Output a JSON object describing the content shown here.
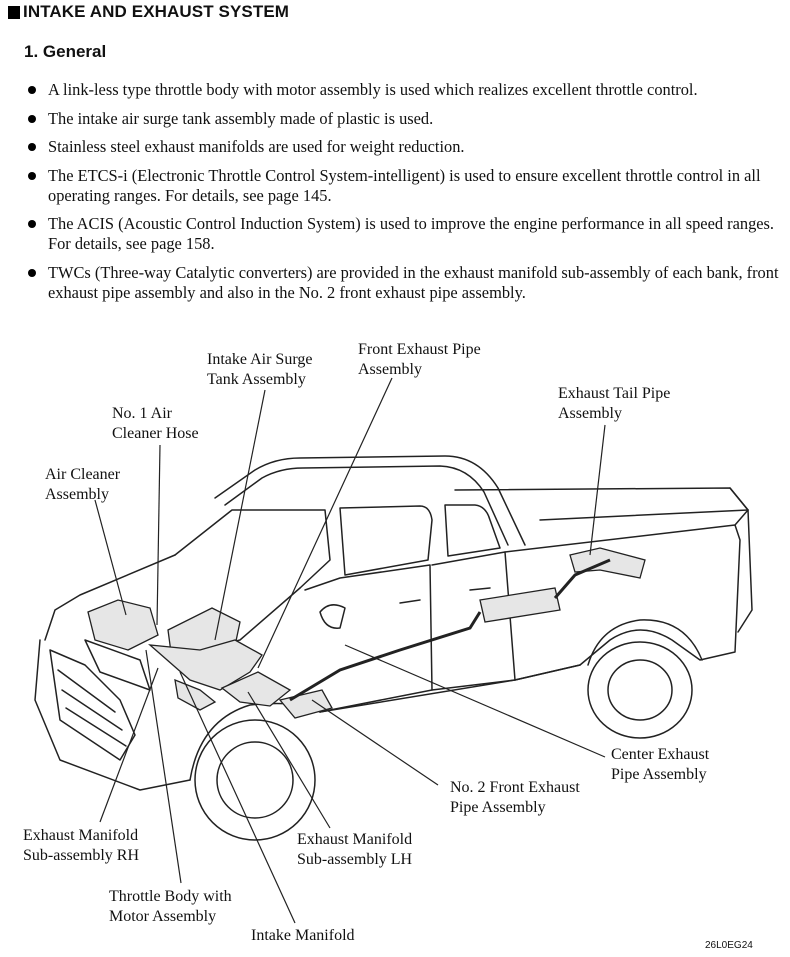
{
  "section": {
    "title": "INTAKE AND EXHAUST SYSTEM"
  },
  "subsection": {
    "title": "1.  General"
  },
  "bullets": [
    "A link-less type throttle body with motor assembly is used which realizes excellent throttle control.",
    "The intake air surge tank assembly made of plastic is used.",
    "Stainless steel exhaust manifolds are used for weight reduction.",
    "The ETCS-i (Electronic Throttle Control System-intelligent) is used to ensure excellent throttle control in all operating ranges. For details, see page 145.",
    "The ACIS (Acoustic Control Induction System) is used to improve the engine performance in all speed ranges. For details, see page 158.",
    "TWCs (Three-way Catalytic converters) are provided in the exhaust manifold sub-assembly of each bank, front exhaust pipe assembly and also in the No. 2 front exhaust pipe assembly."
  ],
  "labels": {
    "intake_surge_tank": [
      "Intake Air Surge",
      "Tank Assembly"
    ],
    "front_exhaust_pipe": [
      "Front Exhaust Pipe",
      "Assembly"
    ],
    "exhaust_tail_pipe": [
      "Exhaust Tail Pipe",
      "Assembly"
    ],
    "no1_air_cleaner_hose": [
      "No. 1 Air",
      "Cleaner Hose"
    ],
    "air_cleaner": [
      "Air Cleaner",
      "Assembly"
    ],
    "center_exhaust_pipe": [
      "Center Exhaust",
      "Pipe Assembly"
    ],
    "no2_front_exhaust_pipe": [
      "No. 2 Front Exhaust",
      "Pipe Assembly"
    ],
    "exhaust_manifold_rh": [
      "Exhaust Manifold",
      "Sub-assembly RH"
    ],
    "exhaust_manifold_lh": [
      "Exhaust Manifold",
      "Sub-assembly LH"
    ],
    "throttle_body": [
      "Throttle Body with",
      "Motor Assembly"
    ],
    "intake_manifold": [
      "Intake Manifold"
    ]
  },
  "figure_code": "26L0EG24"
}
